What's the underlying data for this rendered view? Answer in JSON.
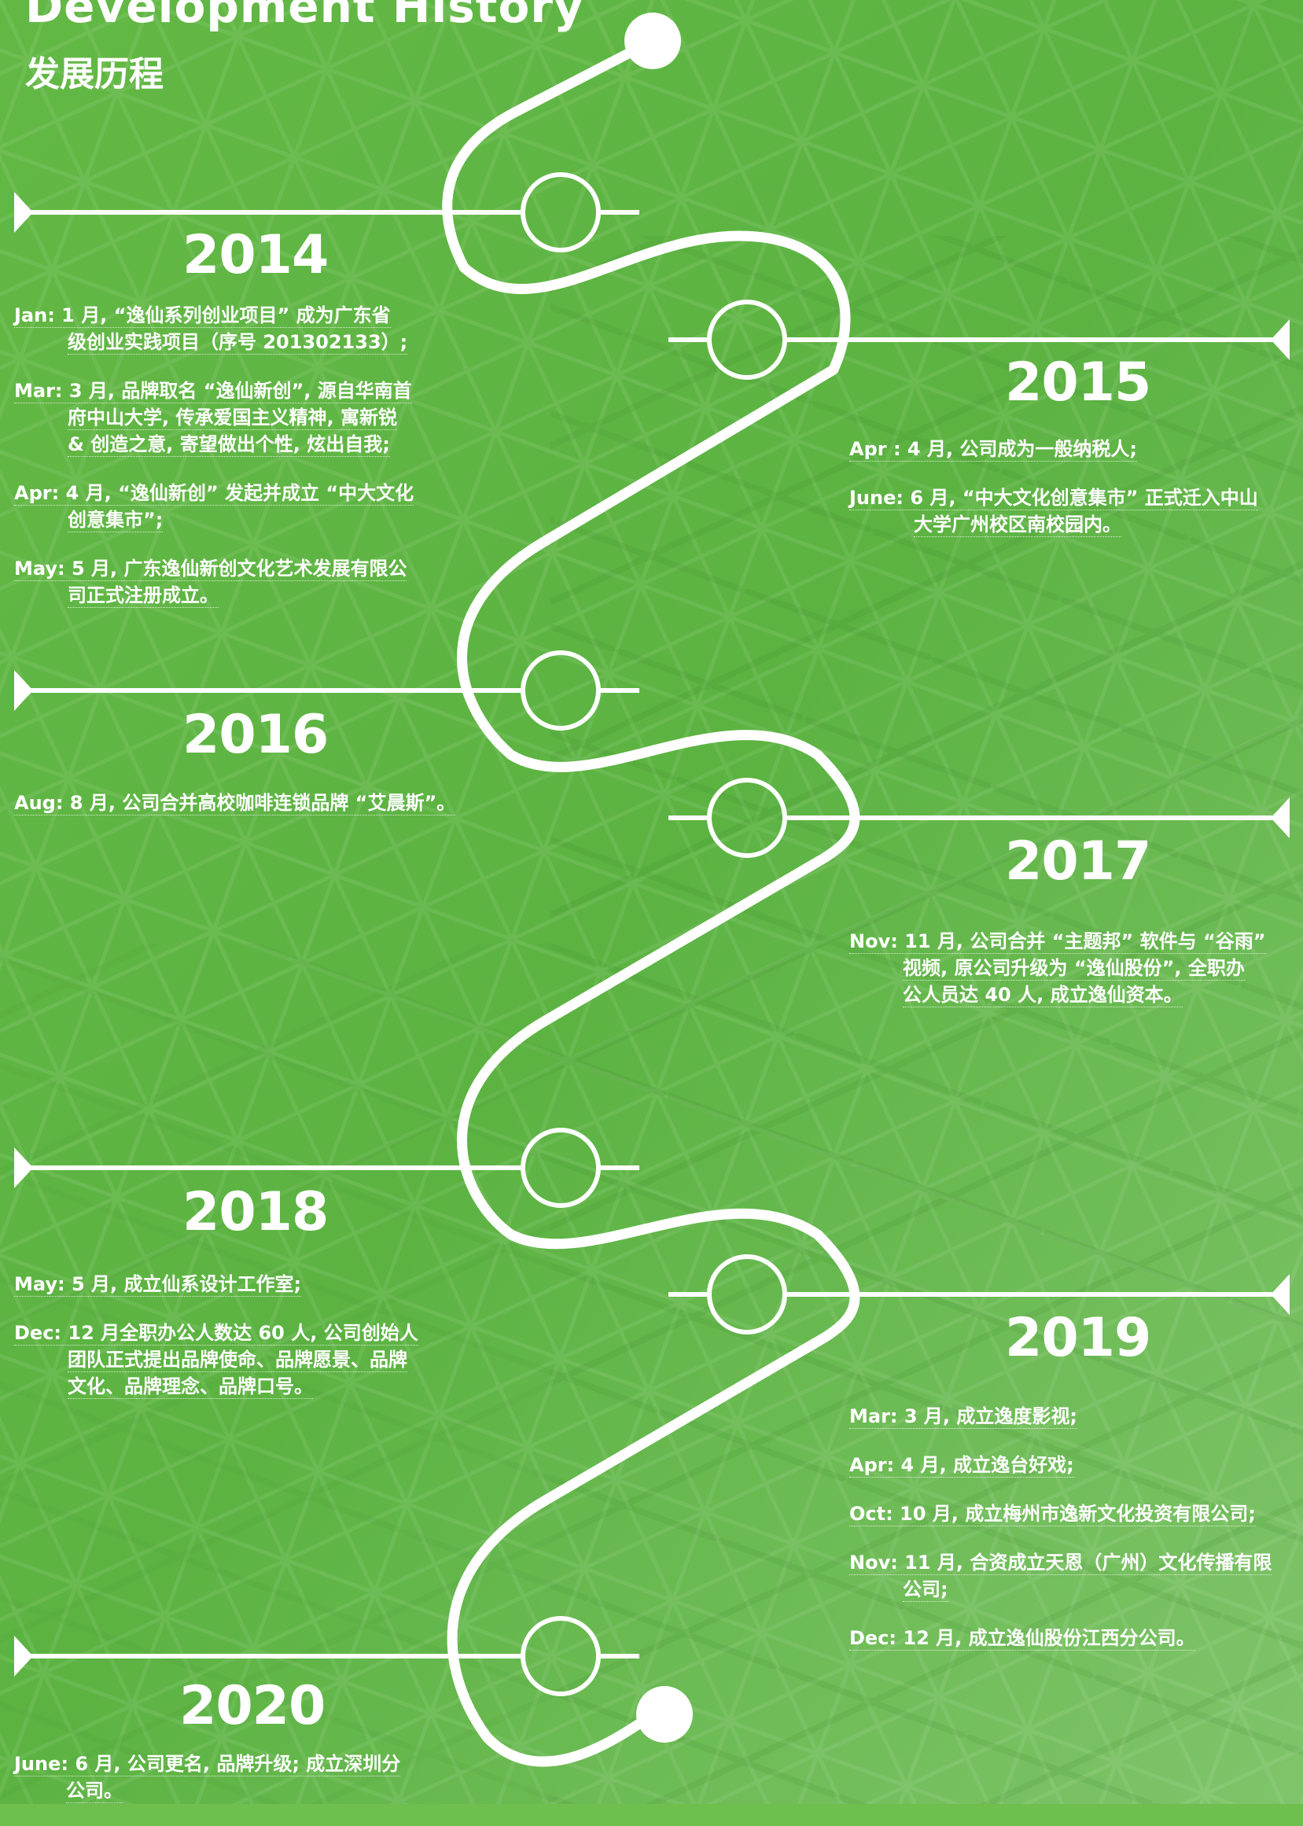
{
  "header": {
    "title_en": "Development History",
    "title_cn": "发展历程"
  },
  "colors": {
    "background": "#6fbf4e",
    "background_dark": "#4aa537",
    "timeline": "#ffffff"
  },
  "timeline": {
    "y2014": {
      "year": "2014",
      "entries": [
        {
          "line1": "Jan: 1 月, “逸仙系列创业项目” 成为广东省",
          "line2": "级创业实践项目（序号 201302133）;"
        },
        {
          "line1": "Mar: 3 月, 品牌取名 “逸仙新创”, 源自华南首",
          "line2": "府中山大学, 传承爱国主义精神, 寓新锐",
          "line3": "& 创造之意, 寄望做出个性, 炫出自我;"
        },
        {
          "line1": "Apr: 4 月, “逸仙新创” 发起并成立 “中大文化",
          "line2": "创意集市”;"
        },
        {
          "line1": "May: 5 月, 广东逸仙新创文化艺术发展有限公",
          "line2": "司正式注册成立。"
        }
      ]
    },
    "y2015": {
      "year": "2015",
      "entries": [
        {
          "line1": "Apr  : 4 月, 公司成为一般纳税人;"
        },
        {
          "line1": "June: 6 月, “中大文化创意集市” 正式迁入中山",
          "line2": "大学广州校区南校园内。"
        }
      ]
    },
    "y2016": {
      "year": "2016",
      "entries": [
        {
          "line1": "Aug: 8 月, 公司合并高校咖啡连锁品牌 “艾晨斯”。"
        }
      ]
    },
    "y2017": {
      "year": "2017",
      "entries": [
        {
          "line1": "Nov: 11 月, 公司合并 “主题邦” 软件与 “谷雨”",
          "line2": "视频, 原公司升级为 “逸仙股份”, 全职办",
          "line3": "公人员达 40 人, 成立逸仙资本。"
        }
      ]
    },
    "y2018": {
      "year": "2018",
      "entries": [
        {
          "line1": "May: 5 月, 成立仙系设计工作室;"
        },
        {
          "line1": "Dec: 12 月全职办公人数达 60 人, 公司创始人",
          "line2": "团队正式提出品牌使命、品牌愿景、品牌",
          "line3": "文化、品牌理念、品牌口号。"
        }
      ]
    },
    "y2019": {
      "year": "2019",
      "entries": [
        {
          "line1": "Mar: 3 月, 成立逸度影视;"
        },
        {
          "line1": "Apr: 4 月, 成立逸台好戏;"
        },
        {
          "line1": "Oct: 10 月, 成立梅州市逸新文化投资有限公司;"
        },
        {
          "line1": "Nov: 11 月, 合资成立天恩（广州）文化传播有限",
          "line2": "公司;"
        },
        {
          "line1": "Dec: 12 月, 成立逸仙股份江西分公司。"
        }
      ]
    },
    "y2020": {
      "year": "2020",
      "entries": [
        {
          "line1": "June: 6 月, 公司更名, 品牌升级; 成立深圳分",
          "line2": "公司。"
        }
      ]
    }
  }
}
